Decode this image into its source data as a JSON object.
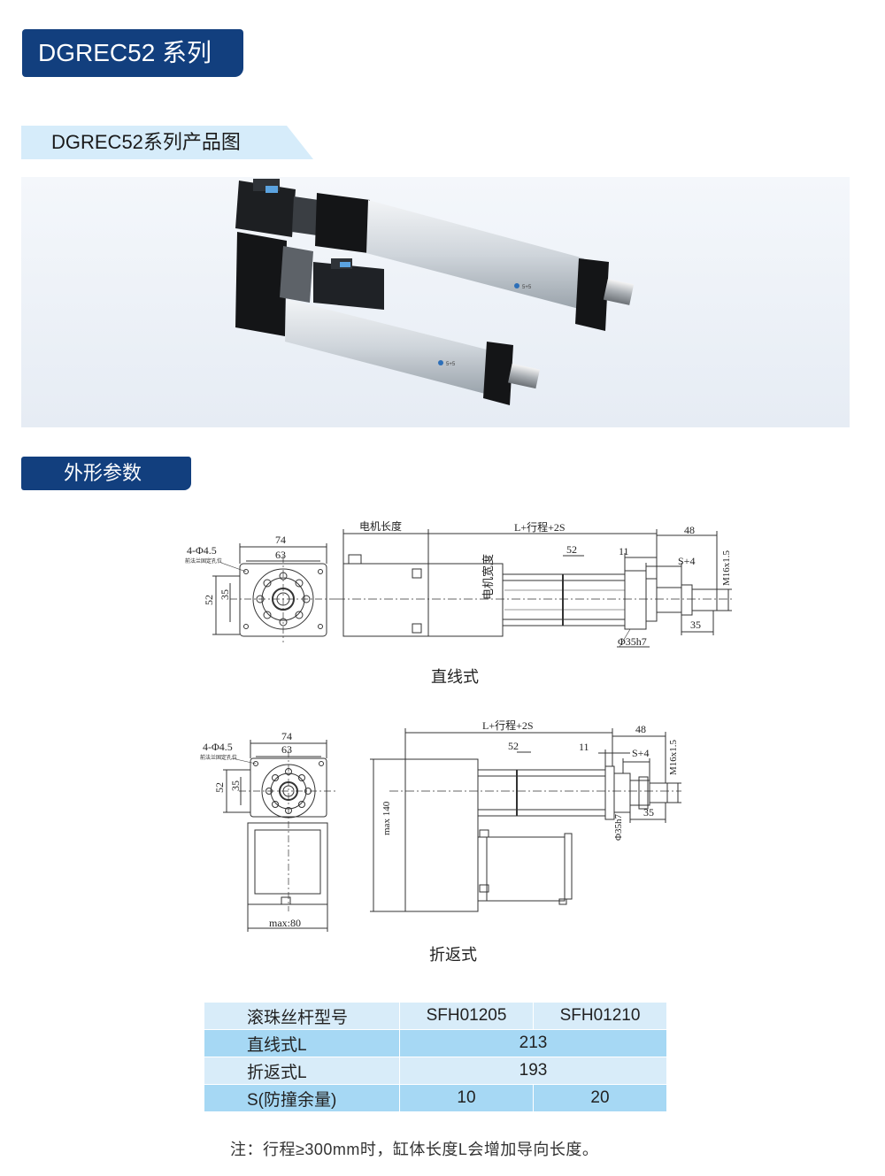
{
  "header": {
    "title": "DGREC52 系列"
  },
  "product_section": {
    "title": "DGREC52系列产品图",
    "brand_text": "5+5"
  },
  "dimension_section": {
    "title": "外形参数",
    "inline": {
      "caption": "直线式",
      "labels": {
        "hole_spec": "4-Φ4.5",
        "hole_note": "前法兰固定孔位",
        "width_74": "74",
        "width_63": "63",
        "height_52": "52",
        "height_35": "35",
        "motor_length": "电机长度",
        "motor_width": "电机宽度",
        "stroke": "L+行程+2S",
        "d52": "52",
        "d48": "48",
        "d11": "11",
        "s4": "S+4",
        "thread": "M16x1.5",
        "d35": "35",
        "rod": "Φ35h7"
      }
    },
    "folded": {
      "caption": "折返式",
      "labels": {
        "hole_spec": "4-Φ4.5",
        "hole_note": "前法兰固定孔位",
        "width_74": "74",
        "width_63": "63",
        "height_52": "52",
        "height_35": "35",
        "max_height": "max 140",
        "max_width": "max:80",
        "stroke": "L+行程+2S",
        "d52": "52",
        "d48": "48",
        "d11": "11",
        "s4": "S+4",
        "thread": "M16x1.5",
        "d35": "35",
        "rod": "Φ35h7"
      }
    }
  },
  "spec_table": {
    "rows": [
      {
        "label": "滚珠丝杆型号",
        "col1": "SFH01205",
        "col2": "SFH01210"
      },
      {
        "label": "直线式L",
        "merged": "213"
      },
      {
        "label": "折返式L",
        "merged": "193"
      },
      {
        "label": "S(防撞余量)",
        "col1": "10",
        "col2": "20"
      }
    ]
  },
  "note": "注：行程≥300mm时，缸体长度L会增加导向长度。",
  "colors": {
    "primary": "#123f7e",
    "light_row": "#d8ecf9",
    "dark_row": "#a6d8f4",
    "bar": "#d6ecfa"
  }
}
